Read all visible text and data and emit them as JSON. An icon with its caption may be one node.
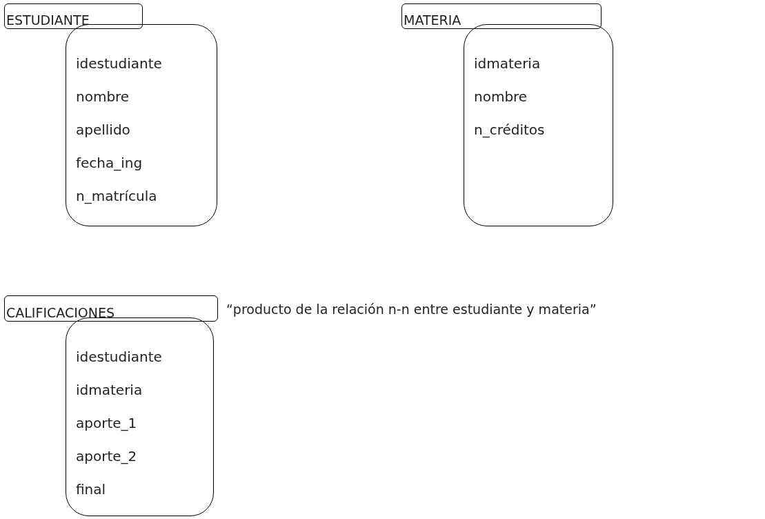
{
  "diagram": {
    "nodes": [
      {
        "text": [
          "ESTUDIANTE"
        ]
      },
      {
        "text": [
          "idestudiante",
          "nombre",
          "apellido",
          "fecha_ing",
          "n_matrícula"
        ]
      },
      {
        "text": [
          "MATERIA"
        ]
      },
      {
        "text": [
          "idmateria",
          "nombre",
          "n_créditos"
        ]
      },
      {
        "text": [
          "CALIFICACIONES"
        ],
        "beside": [
          "“producto de la relación n-n entre estudiante y materia”"
        ]
      },
      {
        "text": [
          "idestudiante",
          "idmateria",
          "aporte_1",
          "aporte_2",
          "final"
        ]
      }
    ],
    "edges": []
  }
}
